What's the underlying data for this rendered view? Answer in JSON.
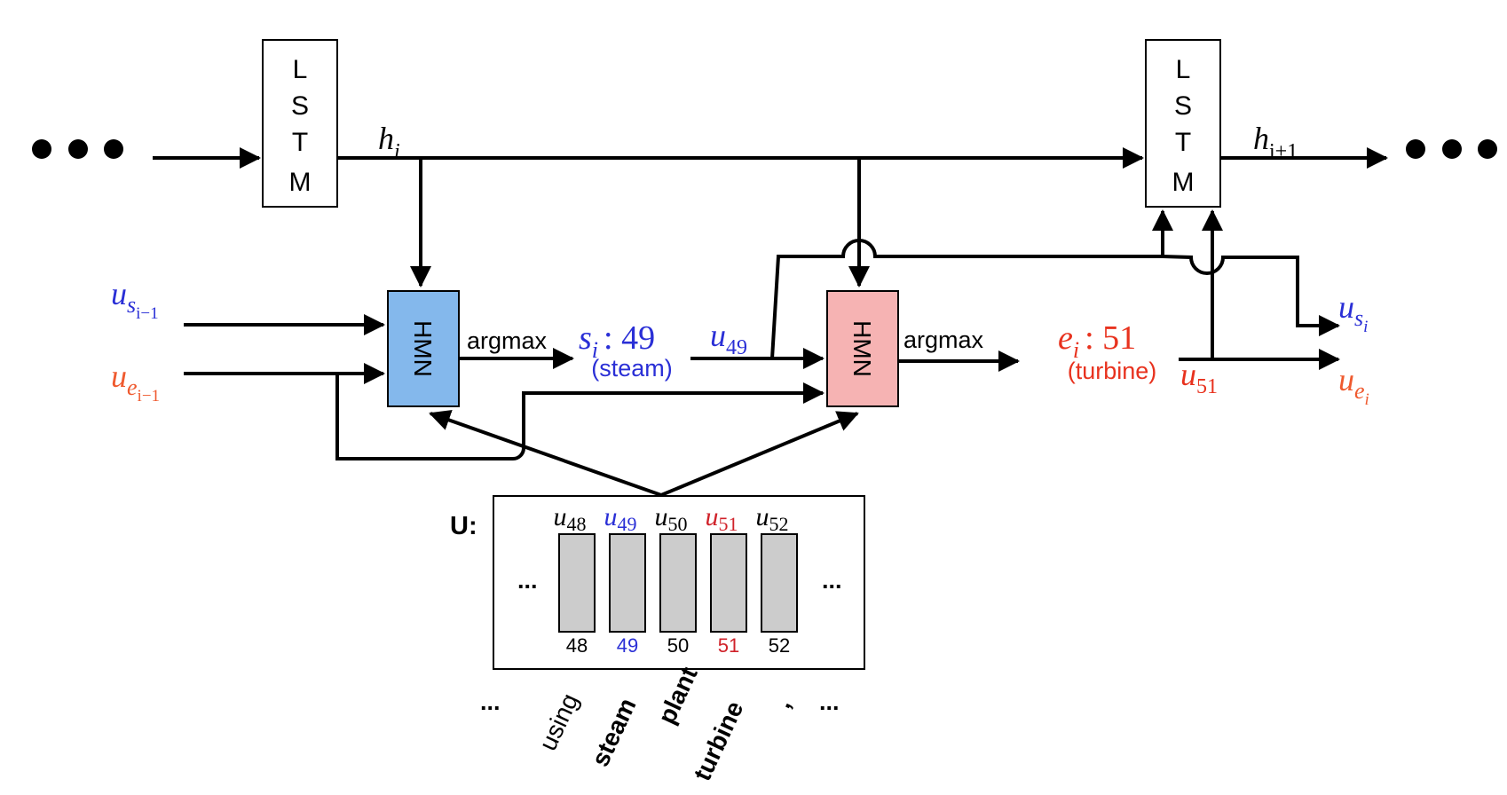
{
  "lstm": {
    "letters": [
      "L",
      "S",
      "T",
      "M"
    ]
  },
  "states": {
    "h_i": {
      "base": "h",
      "sub": "i"
    },
    "h_i1": {
      "base": "h",
      "sub": "i+1"
    }
  },
  "inputs": {
    "u_s_prev": {
      "base": "u",
      "sub": "s",
      "subsub": "i−1"
    },
    "u_e_prev": {
      "base": "u",
      "sub": "e",
      "subsub": "i−1"
    }
  },
  "outputs": {
    "u_s": {
      "base": "u",
      "sub": "s",
      "subsub": "i"
    },
    "u_e": {
      "base": "u",
      "sub": "e",
      "subsub": "i"
    }
  },
  "hmn": {
    "label": "HMN",
    "left_color": "#84b8ec",
    "right_color": "#f6b3b3"
  },
  "argmax_label": "argmax",
  "start": {
    "var": "s",
    "sub": "i",
    "value": ": 49",
    "word": "(steam)",
    "emb_base": "u",
    "emb_sub": "49"
  },
  "end": {
    "var": "e",
    "sub": "i",
    "value": ": 51",
    "word": "(turbine)",
    "emb_base": "u",
    "emb_sub": "51"
  },
  "memory": {
    "label": "U:",
    "ellipsis": "...",
    "columns": [
      {
        "head_base": "u",
        "head_sub": "48",
        "index": "48",
        "color": "#000000"
      },
      {
        "head_base": "u",
        "head_sub": "49",
        "index": "49",
        "color": "#2a2fd6"
      },
      {
        "head_base": "u",
        "head_sub": "50",
        "index": "50",
        "color": "#000000"
      },
      {
        "head_base": "u",
        "head_sub": "51",
        "index": "51",
        "color": "#d0222a"
      },
      {
        "head_base": "u",
        "head_sub": "52",
        "index": "52",
        "color": "#000000"
      }
    ]
  },
  "tokens": {
    "ellipsis": "...",
    "words": [
      "using",
      "steam",
      "plant",
      "turbine",
      ","
    ]
  },
  "colors": {
    "blue": "#2a2fd6",
    "red": "#e8321e",
    "orange": "#ef5a2f",
    "memory_cell": "#cccccc"
  }
}
